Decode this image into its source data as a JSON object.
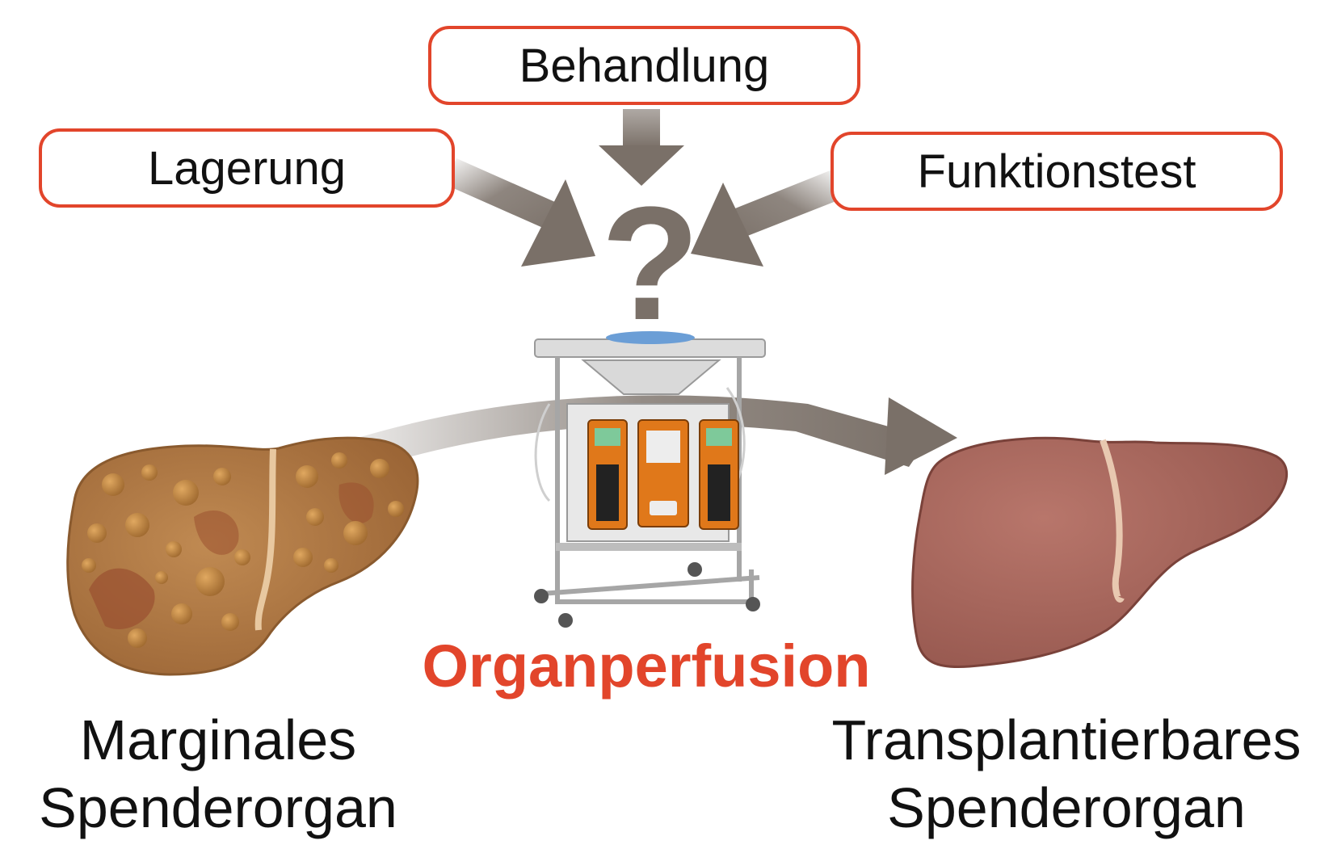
{
  "boxes": {
    "treatment": "Behandlung",
    "storage": "Lagerung",
    "function_test": "Funktionstest"
  },
  "center_mark": "?",
  "center_title": "Organperfusion",
  "left_label": {
    "line1": "Marginales",
    "line2": "Spenderorgan"
  },
  "right_label": {
    "line1": "Transplantierbares",
    "line2": "Spenderorgan"
  },
  "colors": {
    "accent": "#e2452b",
    "arrow": "#7a7068",
    "healthy_liver": "#a8665c",
    "marginal_liver": "#b07a45",
    "device_orange": "#e0781a"
  }
}
